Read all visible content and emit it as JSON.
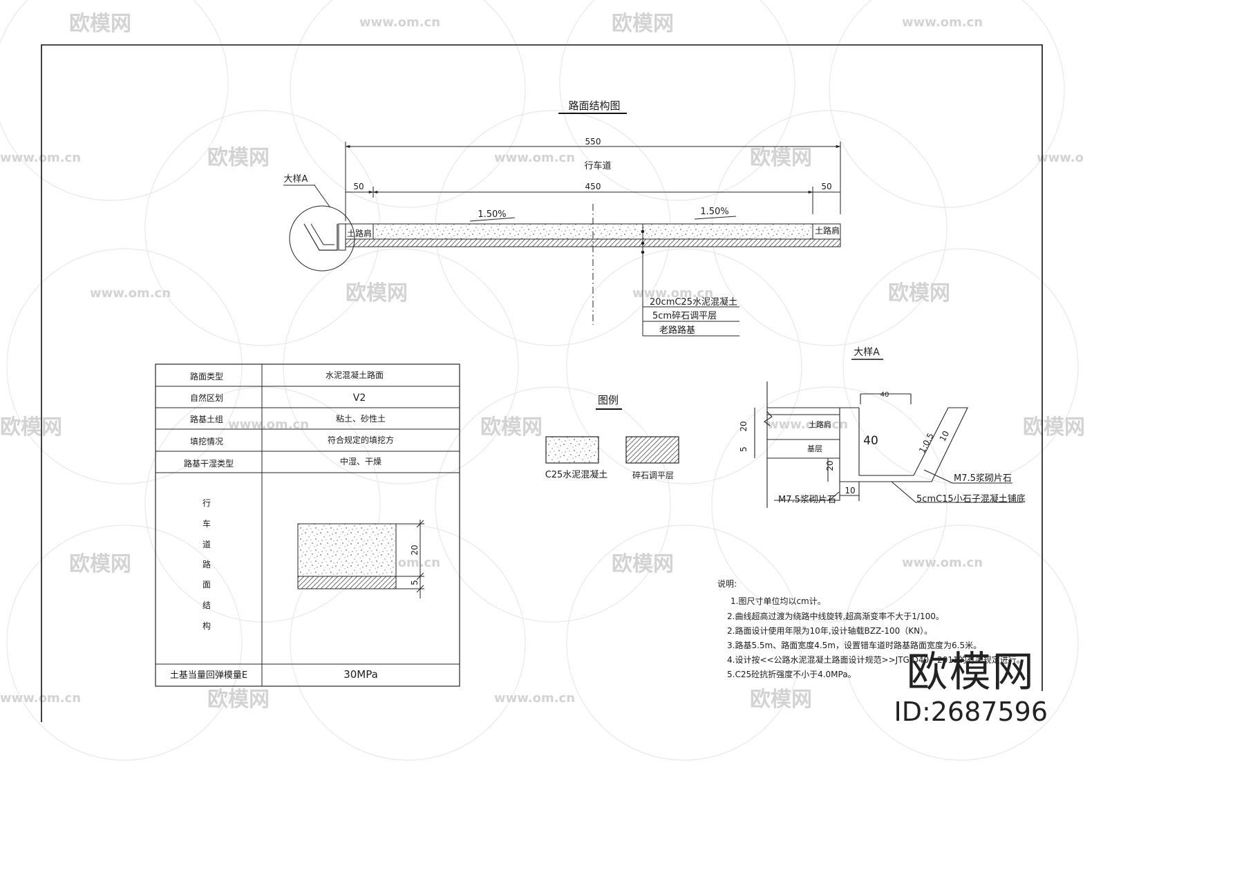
{
  "drawing": {
    "title": "路面结构图",
    "carriageway": "行车道",
    "dims": {
      "total": "550",
      "middle": "450",
      "left": "50",
      "right": "50"
    },
    "slope_left": "1.50%",
    "slope_right": "1.50%",
    "shoulder": "土路肩",
    "detail_callout": "大样A",
    "layers": [
      "20cmC25水泥混凝土",
      "5cm碎石调平层",
      "老路路基"
    ]
  },
  "table": {
    "rows": [
      {
        "label": "路面类型",
        "value": "水泥混凝土路面"
      },
      {
        "label": "自然区划",
        "value": "Ⅴ2"
      },
      {
        "label": "路基土组",
        "value": "粘土、砂性土"
      },
      {
        "label": "填挖情况",
        "value": "符合规定的填挖方"
      },
      {
        "label": "路基干湿类型",
        "value": "中湿、干燥"
      }
    ],
    "structure_label": [
      "行",
      "车",
      "道",
      "路",
      "面",
      "结",
      "构"
    ],
    "structure_dims": [
      "20",
      "5"
    ],
    "modulus_label": "土基当量回弹模量E",
    "modulus_value": "30MPa"
  },
  "legend": {
    "title": "图例",
    "items": [
      "C25水泥混凝土",
      "碎石调平层"
    ]
  },
  "detail": {
    "title": "大样A",
    "shoulder": "土路肩",
    "base": "基层",
    "dims": [
      "20",
      "5",
      "20",
      "40",
      "10",
      "40",
      "1:0.5",
      "10"
    ],
    "labels": [
      "M7.5浆砌片石",
      "5cmC15小石子混凝土铺底",
      "M7.5浆砌片石"
    ]
  },
  "notes": {
    "title": "说明:",
    "items": [
      "1.图尺寸单位均以cm计。",
      "2.曲线超高过渡为绕路中线旋转,超高渐变率不大于1/100。",
      "2.路面设计使用年限为10年,设计轴载BZZ-100（KN）。",
      "3.路基5.5m、路面宽度4.5m，设置错车道时路基路面宽度为6.5米。",
      "4.设计按<<公路水泥混凝土路面设计规范>>JTG D40—2011的有关规定进行。",
      "5.C25砼抗折强度不小于4.0MPa。"
    ]
  },
  "watermark": {
    "logo": "欧模网",
    "url": "www.om.cn"
  },
  "brand": {
    "name": "欧模网",
    "id": "ID:2687596"
  }
}
